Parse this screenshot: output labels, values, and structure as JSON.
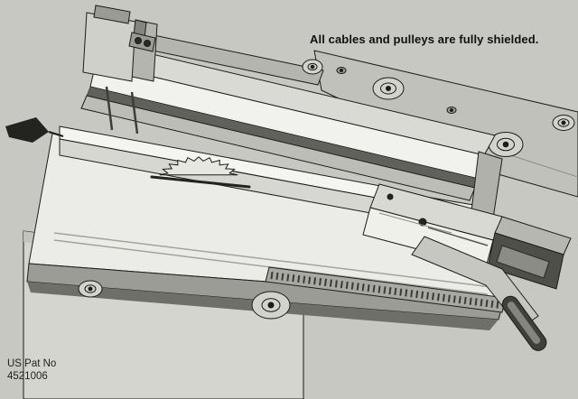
{
  "page": {
    "background_color": "#c7c8c2",
    "ink_color": "#1c1c1a"
  },
  "caption": {
    "text": "All cables and pulleys are fully shielded."
  },
  "patent": {
    "label": "US Pat No",
    "number": "4521006"
  }
}
